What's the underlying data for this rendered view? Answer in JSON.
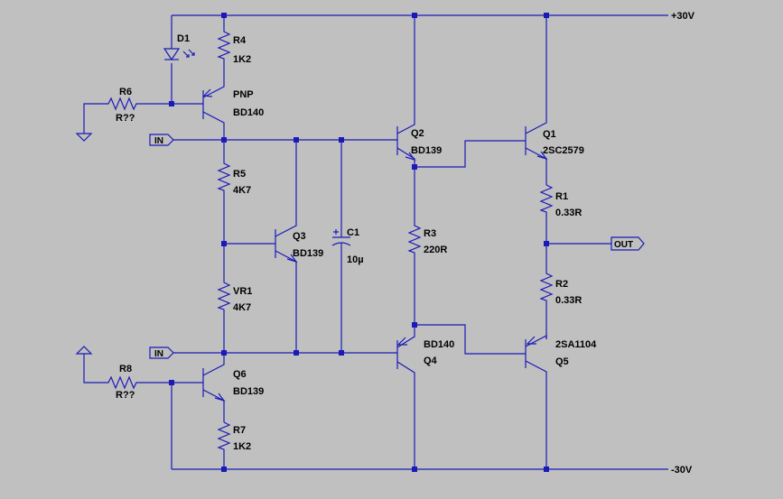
{
  "rails": {
    "positive": "+30V",
    "negative": "-30V"
  },
  "ports": {
    "in_upper": "IN",
    "in_lower": "IN",
    "out": "OUT"
  },
  "components": {
    "D1": {
      "ref": "D1"
    },
    "R4": {
      "ref": "R4",
      "value": "1K2"
    },
    "R6": {
      "ref": "R6",
      "value": "R??"
    },
    "R8": {
      "ref": "R8",
      "value": "R??"
    },
    "QPNP": {
      "ref": "PNP",
      "value": "BD140"
    },
    "R5": {
      "ref": "R5",
      "value": "4K7"
    },
    "VR1": {
      "ref": "VR1",
      "value": "4K7"
    },
    "Q3": {
      "ref": "Q3",
      "value": "BD139"
    },
    "C1": {
      "ref": "C1",
      "value": "10µ"
    },
    "Q6": {
      "ref": "Q6",
      "value": "BD139"
    },
    "R7": {
      "ref": "R7",
      "value": "1K2"
    },
    "Q2": {
      "ref": "Q2",
      "value": "BD139"
    },
    "R3": {
      "ref": "R3",
      "value": "220R"
    },
    "Q4": {
      "ref": "Q4",
      "value": "BD140"
    },
    "Q1": {
      "ref": "Q1",
      "value": "2SC2579"
    },
    "R1": {
      "ref": "R1",
      "value": "0.33R"
    },
    "R2": {
      "ref": "R2",
      "value": "0.33R"
    },
    "Q5": {
      "ref": "Q5",
      "value": "2SA1104"
    }
  }
}
